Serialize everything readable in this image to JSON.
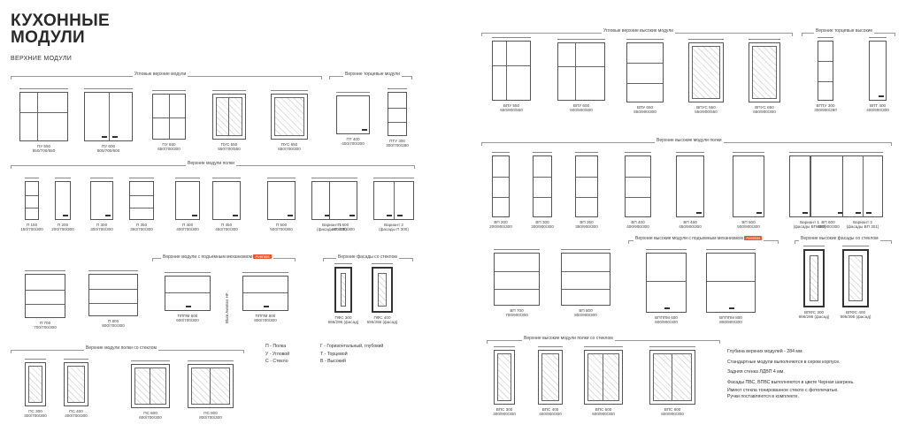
{
  "header": {
    "title_line1": "КУХОННЫЕ",
    "title_line2": "МОДУЛИ",
    "subtitle": "ВЕРХНИЕ МОДУЛИ"
  },
  "sections": {
    "corner_upper": "Угловые верхние модули",
    "end_upper": "Верхние торцевые модули",
    "upper_shelves": "Верхние модули полки",
    "lift_upper": "Верхние модули с подъемным механизмом",
    "facade_glass": "Верхние фасады со стеклом",
    "glass_shelves": "Верхние модули полки со стеклом",
    "corner_tall": "Угловые верхние высокие модули",
    "tall_end": "Верхние торцевые высокие",
    "tall_shelves": "Верхние высокие модули полки",
    "tall_lift": "Верхние высокие модули с подъемным механизмом",
    "tall_facade": "Верхние высокие фасады со стеклом",
    "tall_glass": "Верхние высокие модули полки со стеклом",
    "badge": "Aventos"
  },
  "row1": [
    {
      "name": "ПУ 550",
      "size": "550/700/550"
    },
    {
      "name": "ПУ 600",
      "size": "600/700/600"
    },
    {
      "name": "ПУ 650",
      "size": "650/700/300"
    },
    {
      "name": "ПУС 550",
      "size": "550/700/550"
    },
    {
      "name": "ПУС 650",
      "size": "650/700/300"
    },
    {
      "name": "ПТ 400",
      "size": "400/700/300"
    },
    {
      "name": "ПТУ 300",
      "size": "300/700/280"
    }
  ],
  "row2": [
    {
      "name": "П 150",
      "size": "150/700/300"
    },
    {
      "name": "П 200",
      "size": "200/700/300"
    },
    {
      "name": "П 300",
      "size": "300/700/300"
    },
    {
      "name": "П 350",
      "size": "350/700/300"
    },
    {
      "name": "П 400",
      "size": "400/700/300"
    },
    {
      "name": "П 450",
      "size": "450/700/300"
    },
    {
      "name": "П 500",
      "size": "500/700/300"
    },
    {
      "name": "Вариант 1",
      "size": "(фасады П 400)"
    },
    {
      "name": "П 600",
      "size": "800/700/300"
    },
    {
      "name": "Вариант 2",
      "size": "(фасады П 300)"
    }
  ],
  "row3": [
    {
      "name": "П 700",
      "size": "700/700/300"
    },
    {
      "name": "П 800",
      "size": "800/700/300"
    },
    {
      "name": "ПППМ 600",
      "size": "600/700/300"
    },
    {
      "name": "ПППМ 800",
      "size": "800/700/300"
    },
    {
      "name": "ПФС 300",
      "size": "696/296 (фасад)"
    },
    {
      "name": "ПФС 400",
      "size": "696/396 (фасад)"
    }
  ],
  "row4": [
    {
      "name": "ПС 300",
      "size": "300/700/300"
    },
    {
      "name": "ПС 400",
      "size": "400/700/300"
    },
    {
      "name": "ПС 600",
      "size": "600/700/300"
    },
    {
      "name": "ПС 800",
      "size": "800/700/300"
    }
  ],
  "legend": [
    "П - Полка",
    "У - Угловой",
    "С - Стекло",
    "Г - Горизонтальный, глубокий",
    "Т - Торцевой",
    "В - Высокий"
  ],
  "blum": "Blum Aventos HF",
  "rrow1": [
    {
      "name": "ВПУ 550",
      "size": "550/900/550"
    },
    {
      "name": "ВПУ 600",
      "size": "600/900/600"
    },
    {
      "name": "ВПУ 650",
      "size": "650/900/300"
    },
    {
      "name": "ВПУС 550",
      "size": "550/900/550"
    },
    {
      "name": "ВПУС 650",
      "size": "650/900/300"
    },
    {
      "name": "ВПТУ 300",
      "size": "300/900/280"
    },
    {
      "name": "ВПТ 400",
      "size": "400/900/300"
    }
  ],
  "rrow2": [
    {
      "name": "ВП 200",
      "size": "200/900/300"
    },
    {
      "name": "ВП 300",
      "size": "300/900/300"
    },
    {
      "name": "ВП 350",
      "size": "350/900/300"
    },
    {
      "name": "ВП 400",
      "size": "400/900/300"
    },
    {
      "name": "ВП 450",
      "size": "450/900/300"
    },
    {
      "name": "ВП 500",
      "size": "500/900/300"
    },
    {
      "name": "Вариант 1",
      "size": "(фасады ВП 400)"
    },
    {
      "name": "ВП 600",
      "size": "600/900/300"
    },
    {
      "name": "Вариант 2",
      "size": "(фасады ВП 301)"
    }
  ],
  "rrow3": [
    {
      "name": "ВП 700",
      "size": "700/900/300"
    },
    {
      "name": "ВП 800",
      "size": "800/900/300"
    },
    {
      "name": "ВПППМ 600",
      "size": "600/900/300"
    },
    {
      "name": "ВПППМ 800",
      "size": "800/900/300"
    },
    {
      "name": "ВПФС 300",
      "size": "896/296 (фасад)"
    },
    {
      "name": "ВПФС 400",
      "size": "896/396 (фасад)"
    }
  ],
  "rrow4": [
    {
      "name": "ВПС 300",
      "size": "300/900/300"
    },
    {
      "name": "ВПС 400",
      "size": "400/900/300"
    },
    {
      "name": "ВПС 600",
      "size": "600/900/300"
    },
    {
      "name": "ВПС 800",
      "size": "800/900/300"
    }
  ],
  "notes": [
    "Глубина верхних модулей - 284 мм",
    "Стандартные модули выполняются в сером корпусе.",
    "Задняя стенка ЛДВП 4 мм.",
    "Фасады ПВС, ВПВС выполняются в цвете Черная шагрень.",
    "Имеют стекла тонированное стекло с фотопечатью.",
    "Ручки поставляются в комплекте."
  ]
}
